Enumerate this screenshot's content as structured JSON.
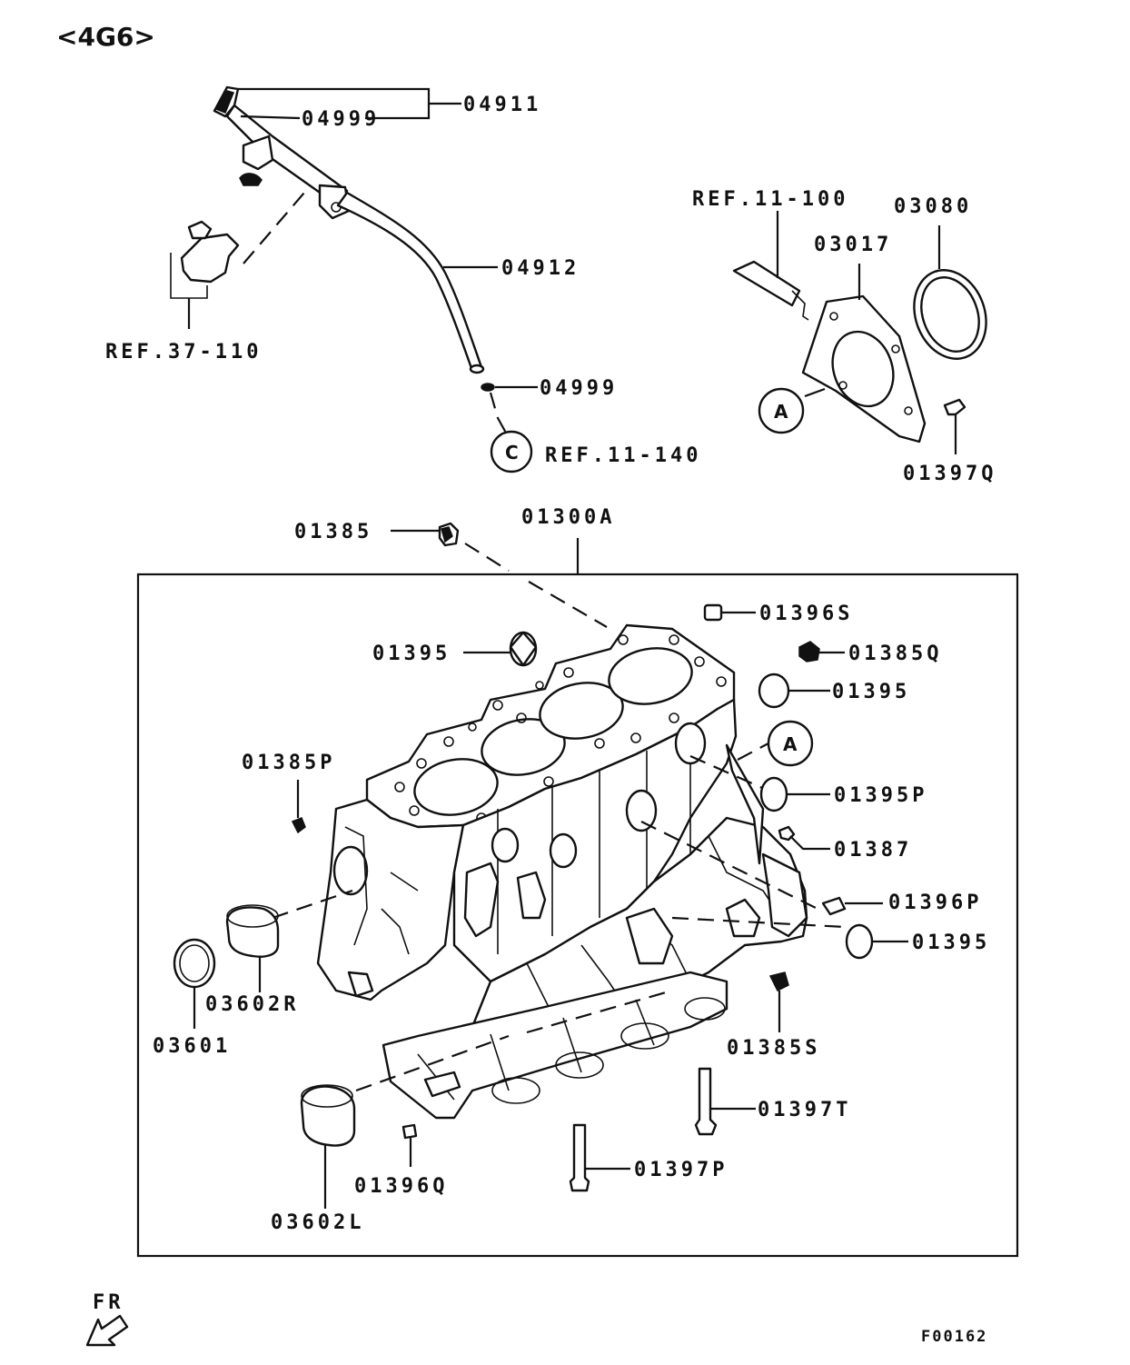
{
  "header": {
    "engine_tag": "<4G6>"
  },
  "labels": {
    "p04911": "04911",
    "p04999_top": "04999",
    "p04912": "04912",
    "ref37": "REF.37-110",
    "p04999_bot": "04999",
    "ref11_140": "REF.11-140",
    "ref11_100": "REF.11-100",
    "p03017": "03017",
    "p03080": "03080",
    "p01397q": "01397Q",
    "p01385_top": "01385",
    "p01300a": "01300A",
    "p01396s": "01396S",
    "p01395_a": "01395",
    "p01385q": "01385Q",
    "p01395_b": "01395",
    "p01385p": "01385P",
    "p01395p": "01395P",
    "p01387": "01387",
    "p01396p": "01396P",
    "p01395_c": "01395",
    "p03602r": "03602R",
    "p03601": "03601",
    "p01385s": "01385S",
    "p01397t": "01397T",
    "p01397p": "01397P",
    "p01396q": "01396Q",
    "p03602l": "03602L"
  },
  "callouts": {
    "a_top": "A",
    "a_block": "A",
    "c": "C"
  },
  "footer": {
    "direction": "FR",
    "figure_code": "F00162"
  },
  "icons": {
    "front-direction": "arrow-down-left-icon"
  }
}
